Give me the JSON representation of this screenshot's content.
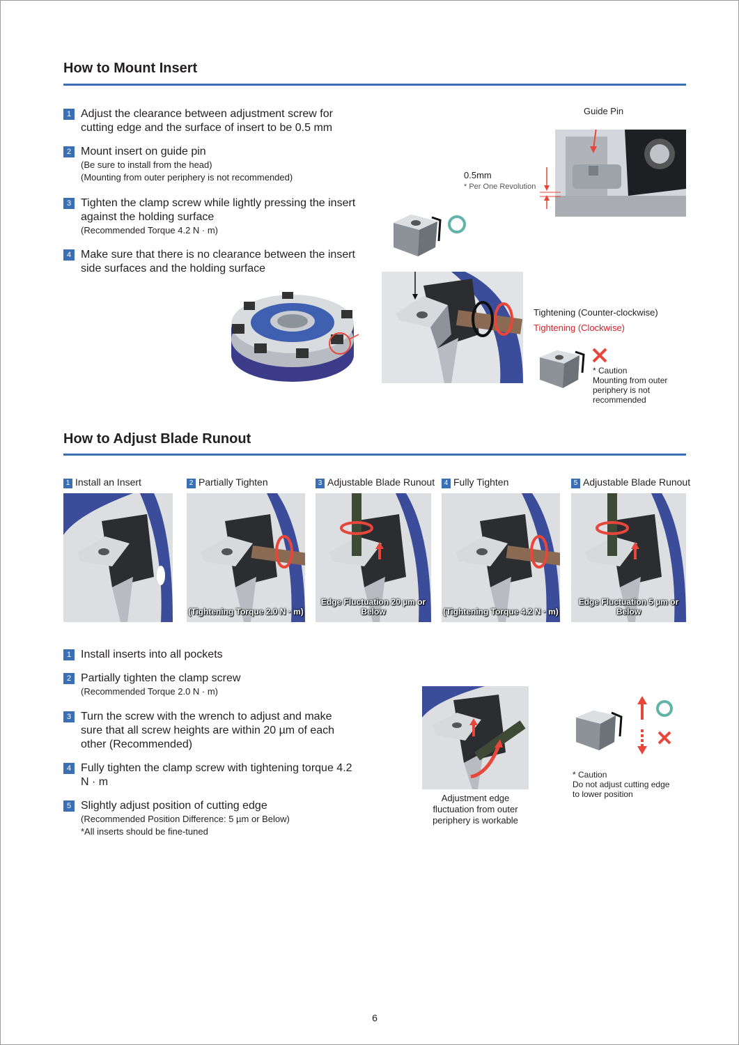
{
  "section1": {
    "title": "How to Mount Insert",
    "steps": [
      {
        "num": "1",
        "text": "Adjust the clearance between adjustment screw for cutting edge and the surface of insert to be 0.5 mm"
      },
      {
        "num": "2",
        "text": "Mount insert on guide pin",
        "note1": "(Be sure to install from the head)",
        "note2": "(Mounting from outer periphery is not recommended)"
      },
      {
        "num": "3",
        "text": "Tighten the clamp screw while lightly pressing the insert against the holding surface",
        "note1": "(Recommended Torque 4.2 N · m)"
      },
      {
        "num": "4",
        "text": "Make sure that there is no clearance between the insert side surfaces and the holding surface"
      }
    ],
    "guide_pin_label": "Guide Pin",
    "clearance_value": "0.5mm",
    "clearance_note": "* Per One Revolution",
    "tightening_ccw": "Tightening (Counter-clockwise)",
    "tightening_cw": "Tightening (Clockwise)",
    "caution_title": "* Caution",
    "caution_text": "Mounting from outer periphery is not recommended",
    "colors": {
      "accent": "#3a6fb5",
      "red": "#e8463a",
      "teal": "#5fb3a8",
      "red_text": "#d6202b"
    }
  },
  "section2": {
    "title": "How to Adjust Blade Runout",
    "panels": [
      {
        "num": "1",
        "label": "Install an Insert",
        "overlay": ""
      },
      {
        "num": "2",
        "label": "Partially Tighten",
        "overlay": "(Tightening Torque 2.0 N · m)"
      },
      {
        "num": "3",
        "label": "Adjustable Blade Runout",
        "overlay": "Edge Fluctuation 20 µm or Below"
      },
      {
        "num": "4",
        "label": "Fully Tighten",
        "overlay": "(Tightening Torque 4.2 N · m)"
      },
      {
        "num": "5",
        "label": "Adjustable Blade Runout",
        "overlay": "Edge Fluctuation 5 µm or Below"
      }
    ],
    "steps": [
      {
        "num": "1",
        "text": "Install inserts into all pockets"
      },
      {
        "num": "2",
        "text": "Partially tighten the clamp screw",
        "note1": "(Recommended Torque 2.0 N · m)"
      },
      {
        "num": "3",
        "text": "Turn the screw with the wrench to adjust and make sure that all screw heights are within 20 µm of each other (Recommended)"
      },
      {
        "num": "4",
        "text": "Fully tighten the clamp screw with tightening torque 4.2 N · m"
      },
      {
        "num": "5",
        "text": "Slightly adjust position of cutting edge",
        "note1": "(Recommended Position Difference: 5 µm or Below)",
        "note2": "*All inserts should be fine-tuned"
      }
    ],
    "adjust_caption": "Adjustment edge fluctuation from outer periphery is workable",
    "caution_title": "* Caution",
    "caution_text": "Do not adjust cutting edge to lower position"
  },
  "page_number": "6"
}
